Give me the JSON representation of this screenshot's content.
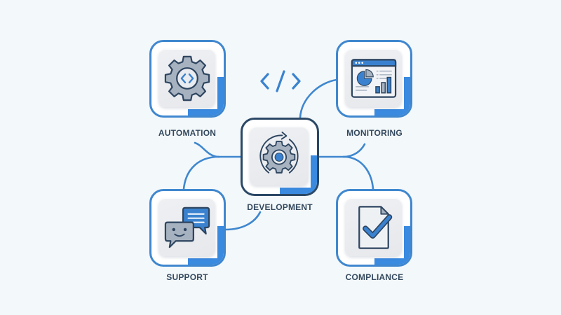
{
  "diagram": {
    "type": "hub-and-spoke workflow",
    "background_color": "#f3f8fa",
    "colors": {
      "accent_blue": "#3a8ae0",
      "outline_blue": "#3f87cf",
      "center_outline": "#2b4866",
      "icon_stroke": "#2e4560",
      "icon_fill_grey": "#a7b2c0",
      "label_text": "#34495e",
      "connector": "#3f87cf"
    },
    "decorations": [
      {
        "icon": "code-brackets-icon",
        "text": "</>"
      }
    ],
    "center_node": {
      "id": "development",
      "label": "DEVELOPMENT",
      "icon": "gear-refresh-icon"
    },
    "nodes": [
      {
        "id": "automation",
        "label": "AUTOMATION",
        "icon": "gear-code-icon",
        "position": "top-left"
      },
      {
        "id": "monitoring",
        "label": "MONITORING",
        "icon": "dashboard-chart-icon",
        "position": "top-right"
      },
      {
        "id": "support",
        "label": "SUPPORT",
        "icon": "chat-bubbles-icon",
        "position": "bottom-left"
      },
      {
        "id": "compliance",
        "label": "COMPLIANCE",
        "icon": "document-check-icon",
        "position": "bottom-right"
      }
    ],
    "edges": [
      {
        "from": "development",
        "to": "automation"
      },
      {
        "from": "development",
        "to": "monitoring"
      },
      {
        "from": "development",
        "to": "support"
      },
      {
        "from": "development",
        "to": "compliance"
      }
    ]
  }
}
